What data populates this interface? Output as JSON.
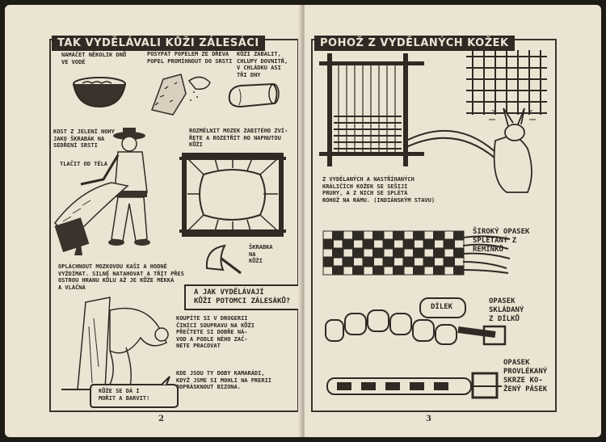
{
  "left_page": {
    "title": "TAK VYDĚLÁVALI KŮŽI ZÁLESÁCI",
    "captions": {
      "soak": "NAMÁČET NĚKOLIK DNŮ\nVE VODĚ",
      "ash": "POSYPAT POPELEM ZE DŘEVA\nPOPEL PROMÍHNOUT DO SRSTI",
      "roll": "KŮŽI ZABALIT,\nCHLUPY DOVNITŘ,\nV CHLÁDKU ASI\nTŘI DNY",
      "bone": "KOST Z JELENÍ NOHY\nJAKO ŠKRABÁK NA\nSEDŘENÍ SRSTI",
      "push": "TLAČIT OD TĚLA",
      "brain": "ROZMĚLNIT MOZEK ZABITÉHO ZVÍ-\nŘETE A ROZETŘÍT HO NAPNUTOU\nKŮŽI",
      "scraper": "ŠKRABKA\nNA\nKŮŽI",
      "rinse": "OPLÁCHNOUT MOZKOVOU KAŠI A HODNĚ\nVYŽDÍMAT. SILNĚ NATAHOVAT A TŘÍT PŘES\nOSTROU HRANU KŮLU AŽ JE KŮŽE MĚKKÁ\nA VLÁČNÁ",
      "buy": "KOUPÍTE SI V DROGERII\nČINÍCÍ SOUPRAVU NA KŮŽI\nPŘEČTETE SI DOBŘE NÁ-\nVOD A PODLE NĚHO ZAČ-\nNETE PRACOVAT",
      "times": "KDE JSOU TY DOBY KAMARÁDI,\nKDYŽ JSME SI MOHLI NA PRERII\nODPRÁSKNOUT BIZONA."
    },
    "callout": "A JAK VYDĚLÁVAJÍ\nKŮŽI POTOMCI ZÁLESÁKŮ?",
    "bubble": "KŮŽE SE DÁ I\nMOŘIT A BARVIT!",
    "page_number": "2"
  },
  "right_page": {
    "title": "POHOŽ Z VYDĚLANÝCH KOŽEK",
    "captions": {
      "weave": "Z VYDĚLANÝCH A NASTŘÍHANÝCH\nKRÁLIČÍCH KOŽEK SE SEŠIJÍ\nPRUHY, A Z NICH SE SPLÉTÁ\nROHOŽ NA RÁMU. (INDIÁNSKÝM STAVU)",
      "wide": "ŠIROKÝ OPASEK\nSPLÉTANÝ Z\nŘEMÍNKŮ",
      "dilek": "DÍLEK",
      "sectional": "OPASEK\nSKLÁDANÝ\nZ DÍLKŮ",
      "laced": "OPASEK\nPROVLÉKANÝ\nSKRZE KO-\nŽENÝ PÁSEK"
    },
    "page_number": "3"
  },
  "colors": {
    "paper": "#ece4d3",
    "ink": "#2f2a24",
    "binding": "#1e1a16"
  }
}
